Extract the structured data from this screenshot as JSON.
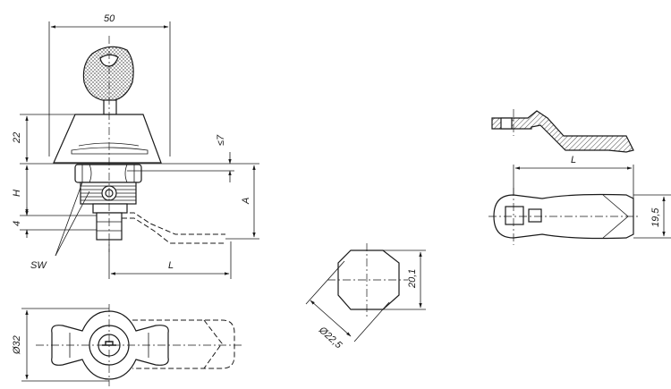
{
  "dimensions": {
    "width_top": "50",
    "height_22": "22",
    "height_h": "H",
    "height_4": "4",
    "le7": "≤7",
    "height_a": "A",
    "length_l_main": "L",
    "sw": "SW",
    "dia32": "Ø32",
    "flat_20_1": "20,1",
    "dia22_5": "Ø22,5",
    "length_l_cam": "L",
    "width_19_5": "19,5"
  }
}
